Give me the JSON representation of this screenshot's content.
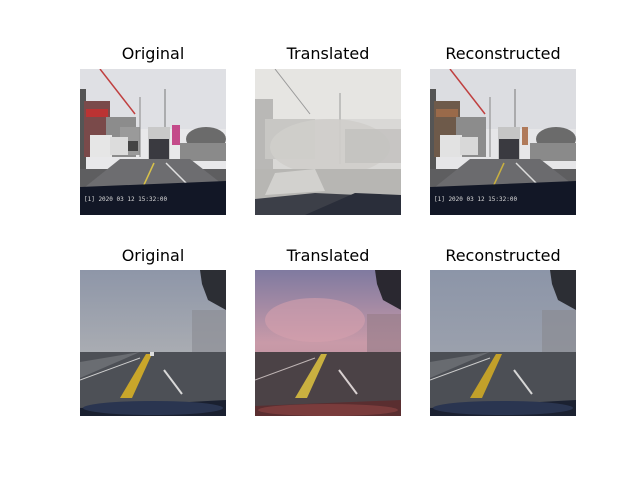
{
  "figure": {
    "rows": [
      {
        "panels": [
          {
            "title": "Original",
            "image": "dashcam-city-street-clear",
            "overlay_text": "[1] 2020 03 12 15:32:00"
          },
          {
            "title": "Translated",
            "image": "dashcam-city-street-foggy",
            "overlay_text": ""
          },
          {
            "title": "Reconstructed",
            "image": "dashcam-city-street-clear",
            "overlay_text": "[1] 2020 03 12 15:32:00"
          }
        ]
      },
      {
        "panels": [
          {
            "title": "Original",
            "image": "dashcam-highway-foggy",
            "overlay_text": ""
          },
          {
            "title": "Translated",
            "image": "dashcam-highway-pink-haze",
            "overlay_text": ""
          },
          {
            "title": "Reconstructed",
            "image": "dashcam-highway-foggy",
            "overlay_text": ""
          }
        ]
      }
    ]
  }
}
